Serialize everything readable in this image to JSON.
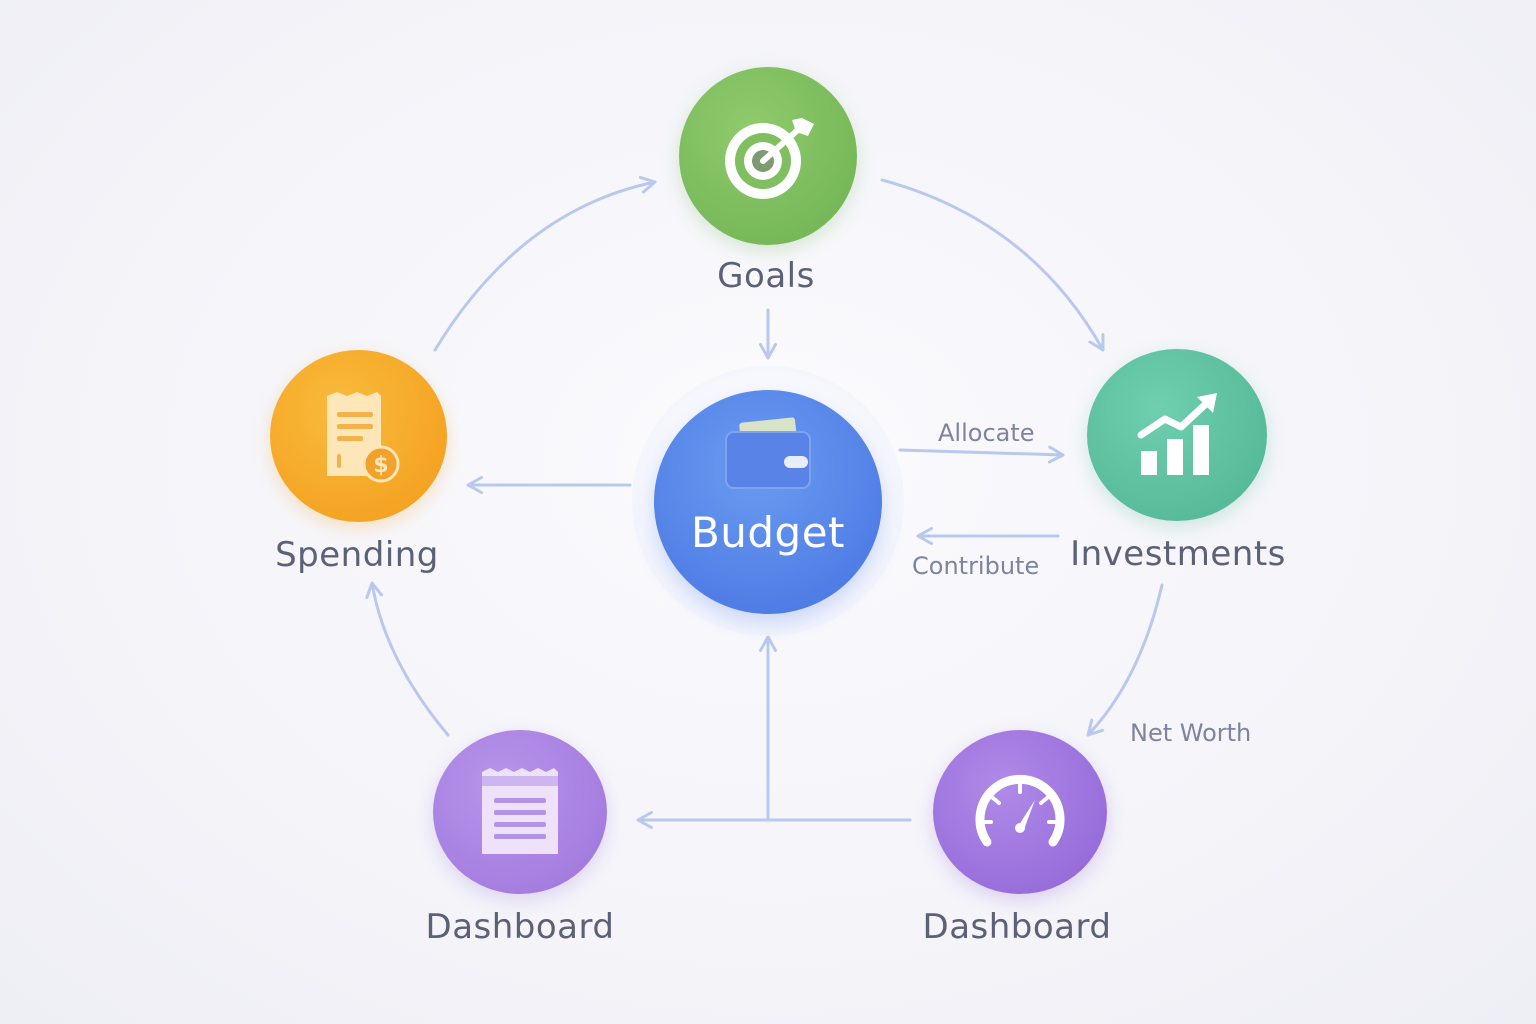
{
  "nodes": {
    "goals": {
      "label": "Goals",
      "icon": "target-icon",
      "color": "#7bbd5c"
    },
    "budget": {
      "label": "Budget",
      "icon": "wallet-icon",
      "color": "#4f7fe6"
    },
    "spending": {
      "label": "Spending",
      "icon": "receipt-dollar-icon",
      "color": "#f5a623"
    },
    "investments": {
      "label": "Investments",
      "icon": "growth-chart-icon",
      "color": "#5cbf9c"
    },
    "dashboard_left": {
      "label": "Dashboard",
      "icon": "notepad-icon",
      "color": "#a77ee0"
    },
    "dashboard_right": {
      "label": "Dashboard",
      "icon": "speedometer-icon",
      "color": "#9a6fdc"
    }
  },
  "edges": {
    "allocate": "Allocate",
    "contribute": "Contribute",
    "net_worth": "Net Worth"
  },
  "colors": {
    "arrow": "#b9c9ee",
    "label_text": "#5b6177",
    "edge_text": "#7d84a0"
  }
}
